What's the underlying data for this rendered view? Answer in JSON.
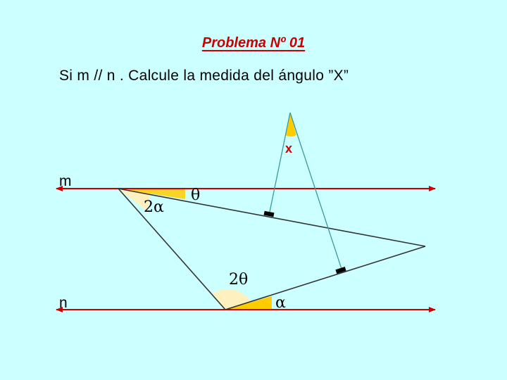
{
  "header": {
    "title": "Problema Nº 01",
    "statement": "Si m // n . Calcule la medida del ángulo ”X”"
  },
  "figure": {
    "line_m_label": "m",
    "line_n_label": "n",
    "angle_2alpha": "2α",
    "angle_theta": "θ",
    "angle_2theta": "2θ",
    "angle_alpha": "α",
    "angle_x": "x"
  },
  "colors": {
    "background": "#ccffff",
    "title": "#cc0000",
    "arrow_lines": "#cc0000",
    "segments": "#333333",
    "teal_lines": "#3a9a9a",
    "angle_fill_yellow": "#ffcc00",
    "angle_fill_cream": "#fff0c0"
  }
}
